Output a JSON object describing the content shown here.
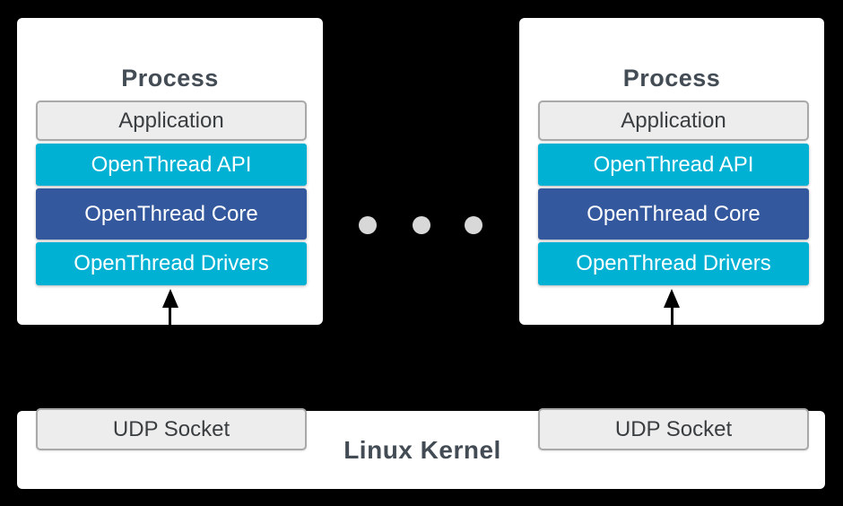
{
  "diagram": {
    "colors": {
      "background": "#000000",
      "white": "#ffffff",
      "cyan": "#00b1d4",
      "blue": "#33589e",
      "gray_fill": "#ededed",
      "gray_border": "#a9a9a9",
      "title_text": "#434c54",
      "dark_text": "#3a3e41",
      "dot": "#d8d8d8"
    },
    "processes": [
      {
        "title": "Process",
        "layers": [
          {
            "label": "Application"
          },
          {
            "label": "OpenThread API"
          },
          {
            "label": "OpenThread Core"
          },
          {
            "label": "OpenThread Drivers"
          }
        ]
      },
      {
        "title": "Process",
        "layers": [
          {
            "label": "Application"
          },
          {
            "label": "OpenThread API"
          },
          {
            "label": "OpenThread Core"
          },
          {
            "label": "OpenThread Drivers"
          }
        ]
      }
    ],
    "kernel": {
      "label": "Linux Kernel",
      "sockets": [
        {
          "label": "UDP Socket"
        },
        {
          "label": "UDP Socket"
        }
      ]
    }
  }
}
